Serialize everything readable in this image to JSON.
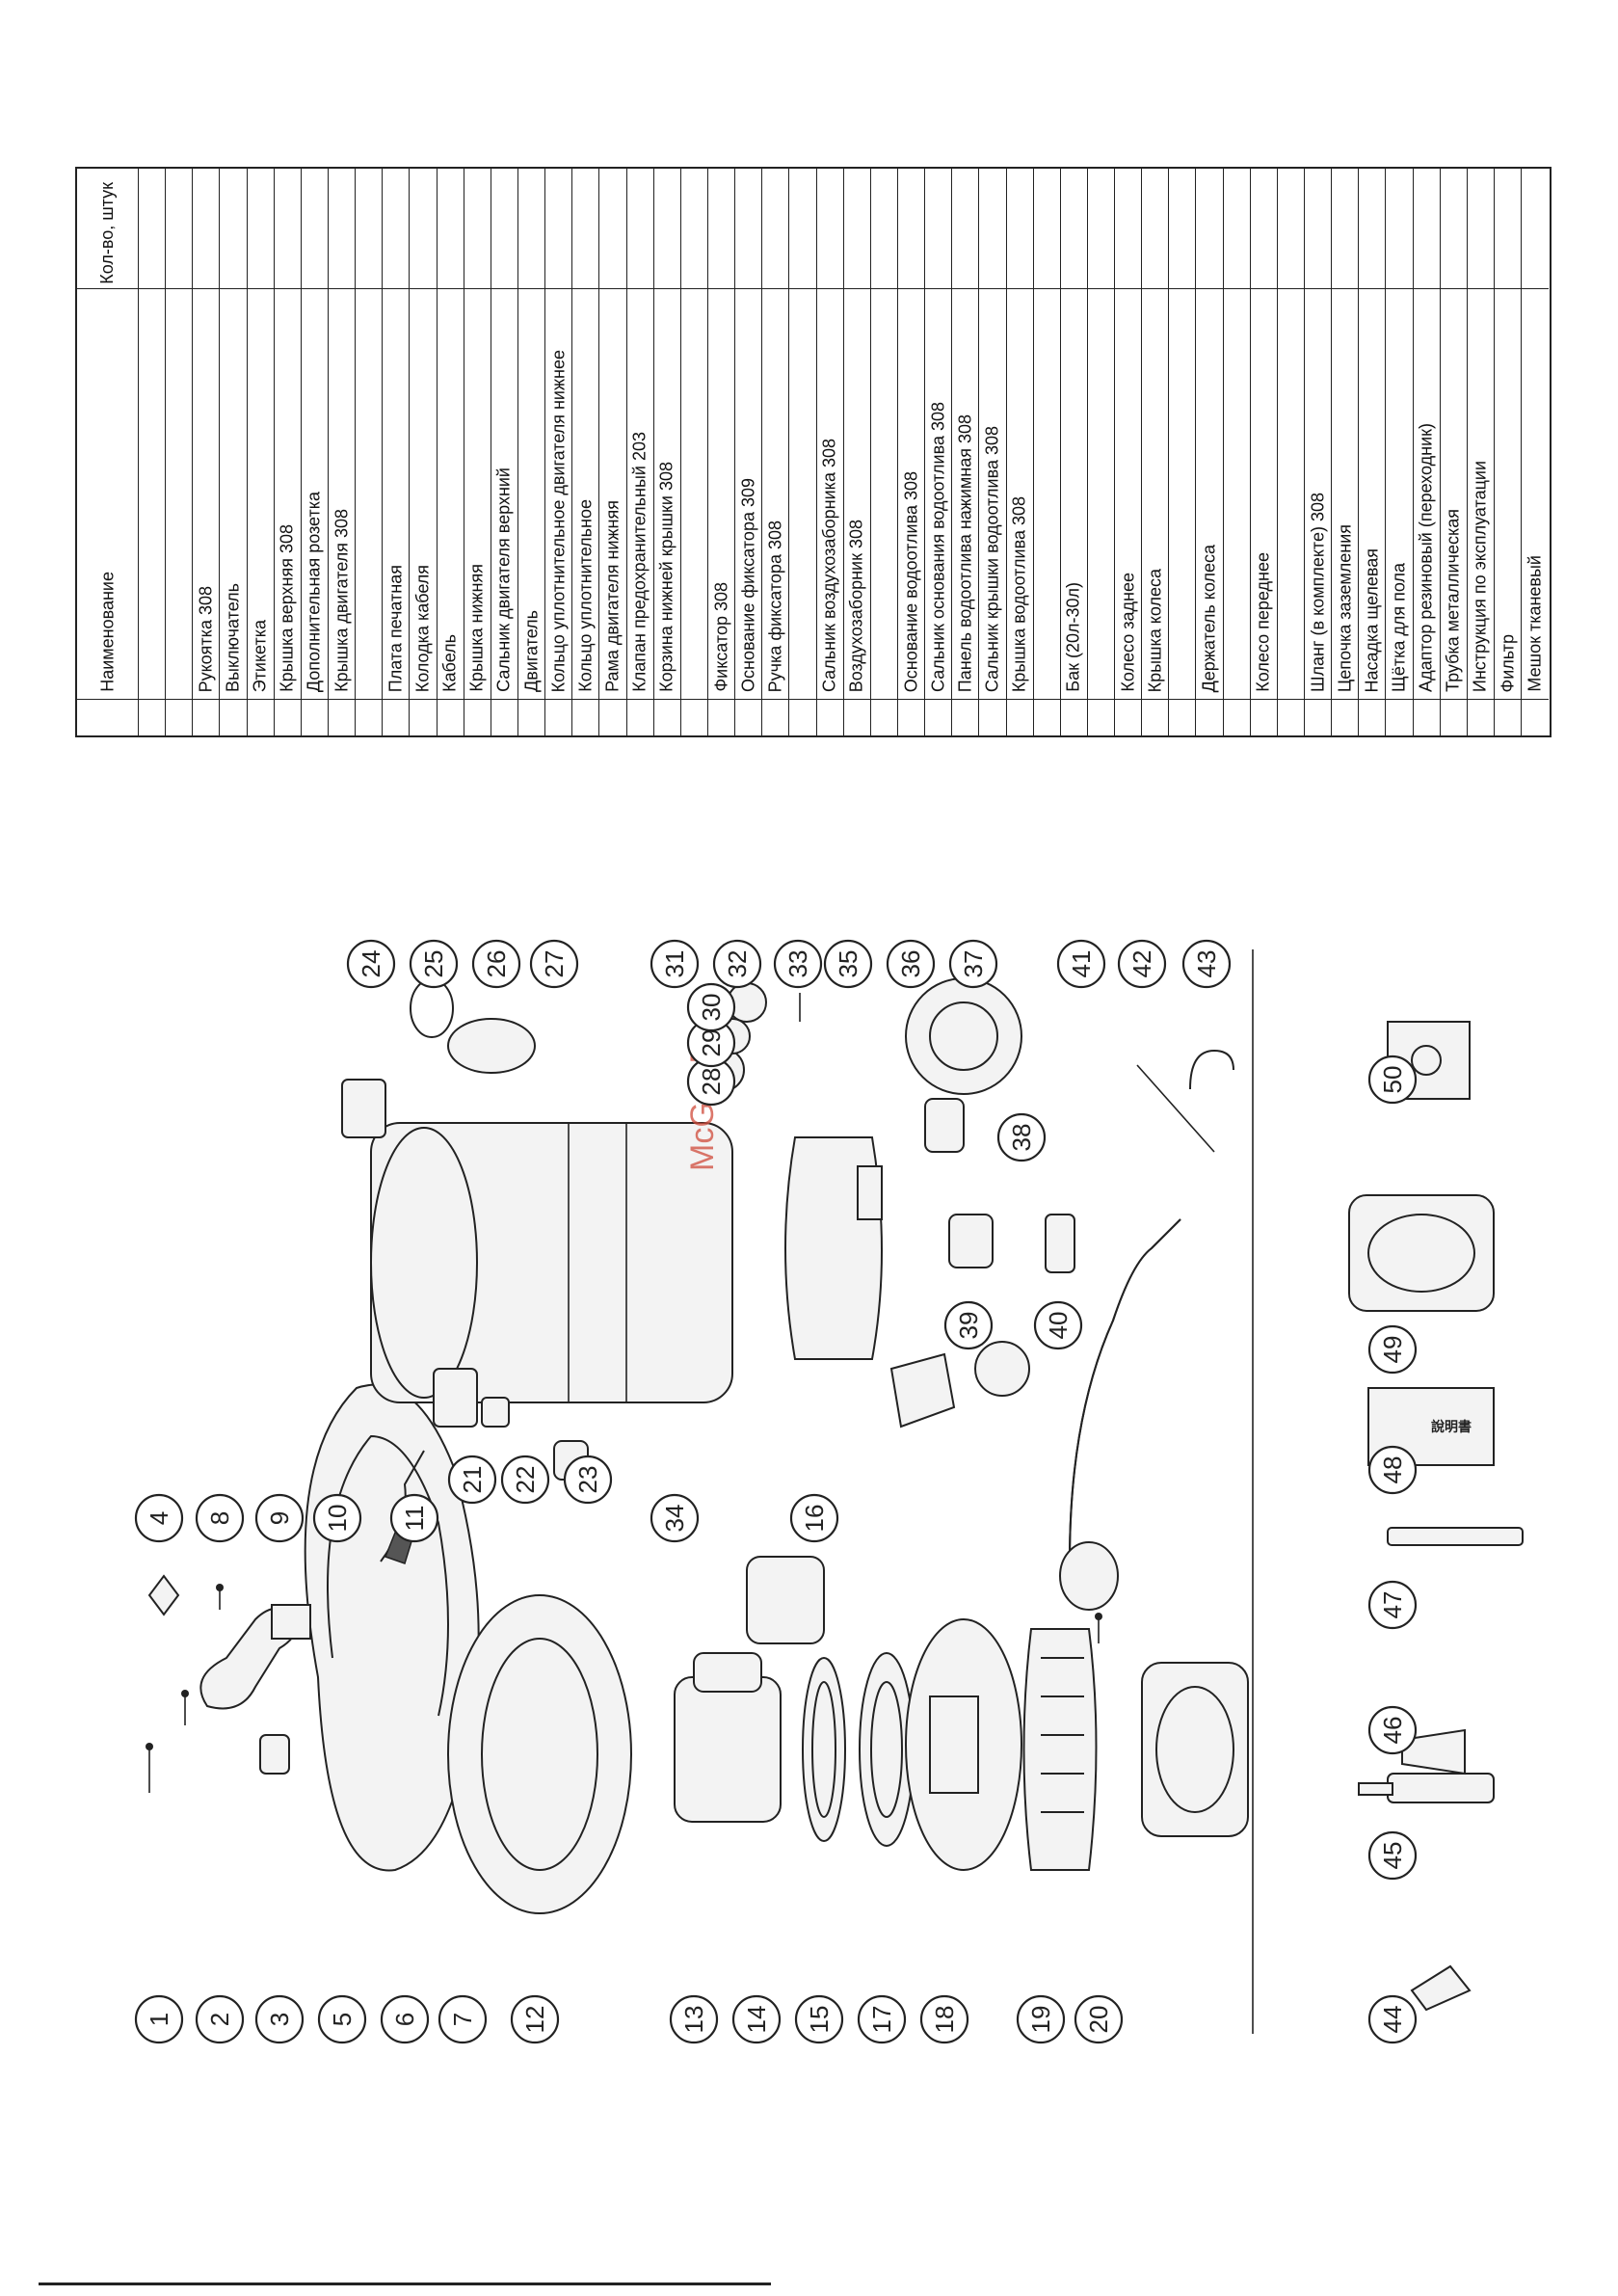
{
  "table": {
    "header_name": "Наименование",
    "header_qty": "Кол-во, штук",
    "rows": [
      {
        "name": ""
      },
      {
        "name": ""
      },
      {
        "name": "Рукоятка 308"
      },
      {
        "name": "Выключатель"
      },
      {
        "name": "Этикетка"
      },
      {
        "name": "Крышка верхняя 308"
      },
      {
        "name": "Дополнительная розетка"
      },
      {
        "name": "Крышка двигателя 308"
      },
      {
        "name": ""
      },
      {
        "name": "Плата печатная"
      },
      {
        "name": "Колодка кабеля"
      },
      {
        "name": "Кабель"
      },
      {
        "name": "Крышка нижняя"
      },
      {
        "name": "Сальник двигателя верхний"
      },
      {
        "name": "Двигатель"
      },
      {
        "name": "Кольцо уплотнительное двигателя нижнее"
      },
      {
        "name": "Кольцо уплотнительное"
      },
      {
        "name": "Рама двигателя нижняя"
      },
      {
        "name": "Клапан предохранительный 203"
      },
      {
        "name": "Корзина нижней крышки 308"
      },
      {
        "name": ""
      },
      {
        "name": "Фиксатор 308"
      },
      {
        "name": "Основание фиксатора 309"
      },
      {
        "name": "Ручка фиксатора 308"
      },
      {
        "name": ""
      },
      {
        "name": "Сальник воздухозаборника 308"
      },
      {
        "name": "Воздухозаборник 308"
      },
      {
        "name": ""
      },
      {
        "name": "Основание водоотлива 308"
      },
      {
        "name": "Сальник основания водоотлива 308"
      },
      {
        "name": "Панель водоотлива нажимная 308"
      },
      {
        "name": "Сальник крышки водоотлива 308"
      },
      {
        "name": "Крышка водоотлива 308"
      },
      {
        "name": ""
      },
      {
        "name": "Бак (20л-30л)"
      },
      {
        "name": ""
      },
      {
        "name": "Колесо заднее"
      },
      {
        "name": "Крышка колеса"
      },
      {
        "name": ""
      },
      {
        "name": "Держатель колеса"
      },
      {
        "name": ""
      },
      {
        "name": "Колесо переднее"
      },
      {
        "name": ""
      },
      {
        "name": "Шланг (в комплекте) 308"
      },
      {
        "name": "Цепочка заземления"
      },
      {
        "name": "Насадка щелевая"
      },
      {
        "name": "Щётка для пола"
      },
      {
        "name": "Адаптор резиновый (переходник)"
      },
      {
        "name": "Трубка металлическая"
      },
      {
        "name": "Инструкция по эксплуатации"
      },
      {
        "name": "Фильтр"
      },
      {
        "name": "Мешок тканевый"
      }
    ]
  },
  "diagram": {
    "callouts": [
      "1",
      "2",
      "3",
      "4",
      "5",
      "6",
      "7",
      "8",
      "9",
      "10",
      "11",
      "12",
      "13",
      "14",
      "15",
      "16",
      "17",
      "18",
      "19",
      "20",
      "21",
      "22",
      "23",
      "24",
      "25",
      "26",
      "27",
      "28",
      "29",
      "30",
      "31",
      "32",
      "33",
      "34",
      "35",
      "36",
      "37",
      "38",
      "39",
      "40",
      "41",
      "42",
      "43",
      "44",
      "45",
      "46",
      "47",
      "48",
      "49",
      "50"
    ],
    "watermark": "McGrp.Ru",
    "manual_label": "說明書"
  }
}
